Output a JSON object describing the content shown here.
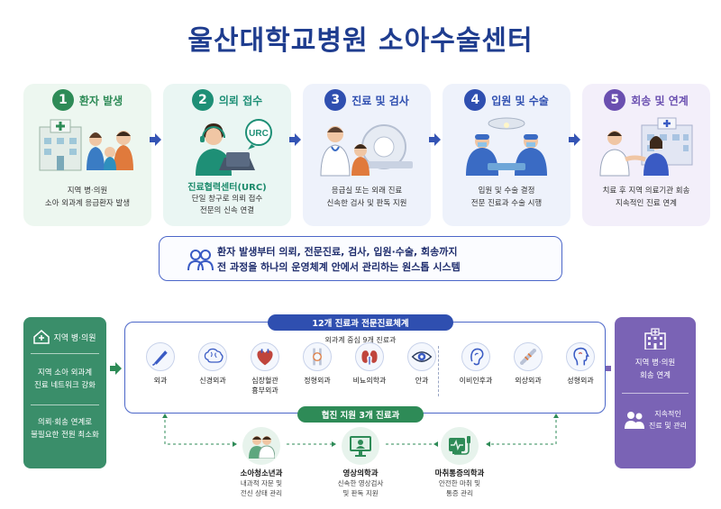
{
  "title": "울산대학교병원 소아수술센터",
  "steps": [
    {
      "num": "1",
      "label": "환자 발생",
      "desc1": "지역 병·의원",
      "desc2": "소아 외과계 응급환자 발생",
      "color": "#2e8b57",
      "bg": "#edf7f0"
    },
    {
      "num": "2",
      "label": "의뢰 접수",
      "badge": "URC",
      "desc0": "진료협력센터(URC)",
      "desc1": "단일 창구로 의뢰 접수",
      "desc2": "전문의 신속 연결",
      "color": "#1e8f76",
      "bg": "#eaf6f3"
    },
    {
      "num": "3",
      "label": "진료 및 검사",
      "desc1": "응급실 또는 외래 진료",
      "desc2": "신속한 검사 및 판독 지원",
      "color": "#2f4fb0",
      "bg": "#eef2fb"
    },
    {
      "num": "4",
      "label": "입원 및 수술",
      "desc1": "입원 및 수술 결정",
      "desc2": "전문 진료과 수술 시행",
      "color": "#2f4fb0",
      "bg": "#eef2fb"
    },
    {
      "num": "5",
      "label": "회송 및 연계",
      "desc1": "치료 후 지역 의료기관 회송",
      "desc2": "지속적인 진료 연계",
      "color": "#6a4fb0",
      "bg": "#f3effa"
    }
  ],
  "banner": {
    "line1": "환자 발생부터 의뢰, 전문진료, 검사, 입원·수술, 회송까지",
    "line2": "전 과정을 하나의 운영체계 안에서 관리하는 원스톱 시스템"
  },
  "left_panel": {
    "heading": "지역 병·의원",
    "item1_line1": "지역 소아 외과계",
    "item1_line2": "진료 네트워크 강화",
    "item2_line1": "의뢰·회송 연계로",
    "item2_line2": "불필요한 전원 최소화"
  },
  "right_panel": {
    "line1": "지역 병·의원",
    "line2": "회송 연계",
    "line3": "지속적인",
    "line4": "진료 및 관리"
  },
  "center": {
    "main_pill": "12개 진료과 전문진료체계",
    "sub_pill": "외과계 중심 9개 진료과",
    "coop_pill": "협진 지원 3개 진료과",
    "departments": [
      {
        "name1": "외과",
        "name2": "",
        "icon": "scalpel-icon"
      },
      {
        "name1": "신경외과",
        "name2": "",
        "icon": "brain-icon"
      },
      {
        "name1": "심장혈관",
        "name2": "흉부외과",
        "icon": "heart-icon"
      },
      {
        "name1": "정형외과",
        "name2": "",
        "icon": "bone-joint-icon"
      },
      {
        "name1": "비뇨의학과",
        "name2": "",
        "icon": "kidney-icon"
      },
      {
        "name1": "안과",
        "name2": "",
        "icon": "eye-icon"
      },
      {
        "name1": "이비인후과",
        "name2": "",
        "icon": "ear-icon"
      },
      {
        "name1": "외상외과",
        "name2": "",
        "icon": "bandaged-bone-icon"
      },
      {
        "name1": "성형외과",
        "name2": "",
        "icon": "face-profile-icon"
      }
    ]
  },
  "coop": [
    {
      "name": "소아청소년과",
      "desc1": "내과적 자문 및",
      "desc2": "전신 상태 관리",
      "icon": "doctors-icon"
    },
    {
      "name": "영상의학과",
      "desc1": "신속한 영상검사",
      "desc2": "및 판독 지원",
      "icon": "monitor-scan-icon"
    },
    {
      "name": "마취통증의학과",
      "desc1": "안전한 마취 및",
      "desc2": "통증 관리",
      "icon": "anesthesia-monitor-icon"
    }
  ],
  "colors": {
    "primary": "#1f3d8f",
    "accent_blue": "#2f4fb0",
    "green": "#2e8b57",
    "purple": "#7a63b5"
  }
}
